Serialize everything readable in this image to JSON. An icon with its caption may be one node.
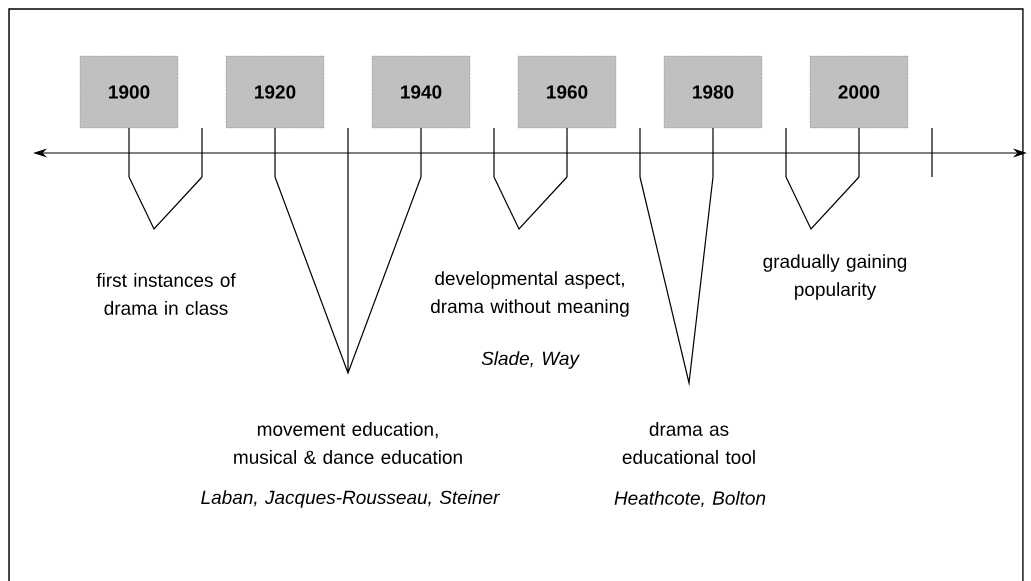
{
  "diagram": {
    "nodes": [
      {
        "text": [
          "1900"
        ]
      },
      {
        "text": [
          "1920"
        ]
      },
      {
        "text": [
          "1940"
        ]
      },
      {
        "text": [
          "1960"
        ]
      },
      {
        "text": [
          "1980"
        ]
      },
      {
        "text": [
          "2000"
        ]
      }
    ],
    "labels": [
      "first instances of drama in class",
      "developmental aspect, drama without meaning",
      "gradually gaining popularity",
      "Slade, Way",
      "movement education, musical & dance education",
      "drama as educational tool",
      "Laban, Jacques-Rousseau, Steiner",
      "Heathcote, Bolton"
    ]
  }
}
